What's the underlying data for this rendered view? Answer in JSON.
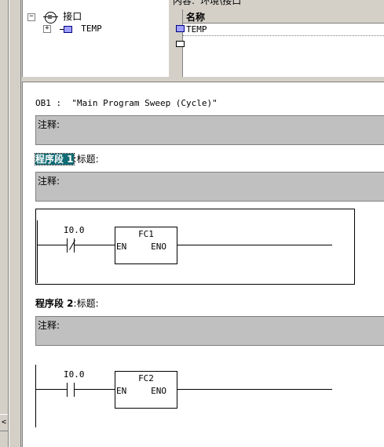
{
  "top": {
    "content_label": "内容: '环境\\接口'",
    "tree": {
      "root_label": "接口",
      "root_expander": "−",
      "child_label": "TEMP",
      "child_expander": "+"
    },
    "table": {
      "header_name": "名称",
      "rows": [
        "TEMP"
      ]
    }
  },
  "editor": {
    "block_title": "OB1 :  \"Main Program Sweep (Cycle)\"",
    "block_comment_label": "注释:",
    "networks": [
      {
        "number_label": "程序段 1",
        "title_suffix": ":标题:",
        "comment_label": "注释:",
        "contact_address": "I0.0",
        "contact_type": "normally-closed",
        "block_name": "FC1",
        "en": "EN",
        "eno": "ENO"
      },
      {
        "number_label": "程序段 2",
        "title_suffix": ":标题:",
        "comment_label": "注释:",
        "contact_address": "I0.0",
        "contact_type": "normally-open",
        "block_name": "FC2",
        "en": "EN",
        "eno": "ENO"
      }
    ]
  },
  "scrollbar": {
    "left_arrow": "<"
  },
  "colors": {
    "panel_bg": "#d4d0c8",
    "comment_bg": "#c0c0c0",
    "selection_bg": "#0f6b74",
    "editor_bg": "#ffffff"
  },
  "icons": [
    "interface-icon",
    "block-icon",
    "expander-icon"
  ]
}
